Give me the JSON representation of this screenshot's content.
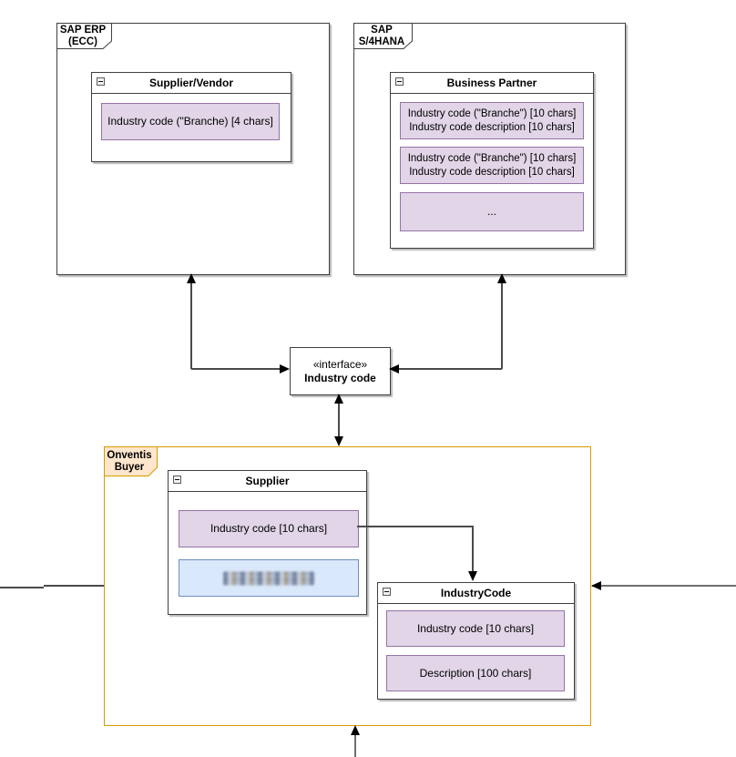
{
  "packages": {
    "sap_erp": {
      "line1": "SAP ERP",
      "line2": "(ECC)"
    },
    "sap_s4hana": {
      "line1": "SAP",
      "line2": "S/4HANA"
    },
    "onventis": {
      "line1": "Onventis",
      "line2": "Buyer"
    }
  },
  "classes": {
    "supplier_vendor": {
      "title": "Supplier/Vendor",
      "field1": "Industry code (\"Branche) [4 chars]"
    },
    "business_partner": {
      "title": "Business Partner",
      "field1_line1": "Industry code (\"Branche\") [10 chars]",
      "field1_line2": "Industry code description [10 chars]",
      "field2_line1": "Industry code (\"Branche\") [10 chars]",
      "field2_line2": "Industry code description [10 chars]",
      "field3": "..."
    },
    "supplier": {
      "title": "Supplier",
      "field1": "Industry code [10 chars]",
      "field2_redacted": true
    },
    "industrycode": {
      "title": "IndustryCode",
      "field1": "Industry code [10 chars]",
      "field2": "Description [100 chars]"
    }
  },
  "interface_node": {
    "stereotype": "«interface»",
    "name": "Industry code"
  },
  "colors": {
    "field_purple_fill": "#e1d5e7",
    "field_purple_border": "#9673a6",
    "field_blue_fill": "#dae8fc",
    "field_blue_border": "#6c8ebf",
    "package_orange_fill": "#ffe6cc",
    "package_orange_border": "#d79b00",
    "connector": "#4a4a4a"
  }
}
